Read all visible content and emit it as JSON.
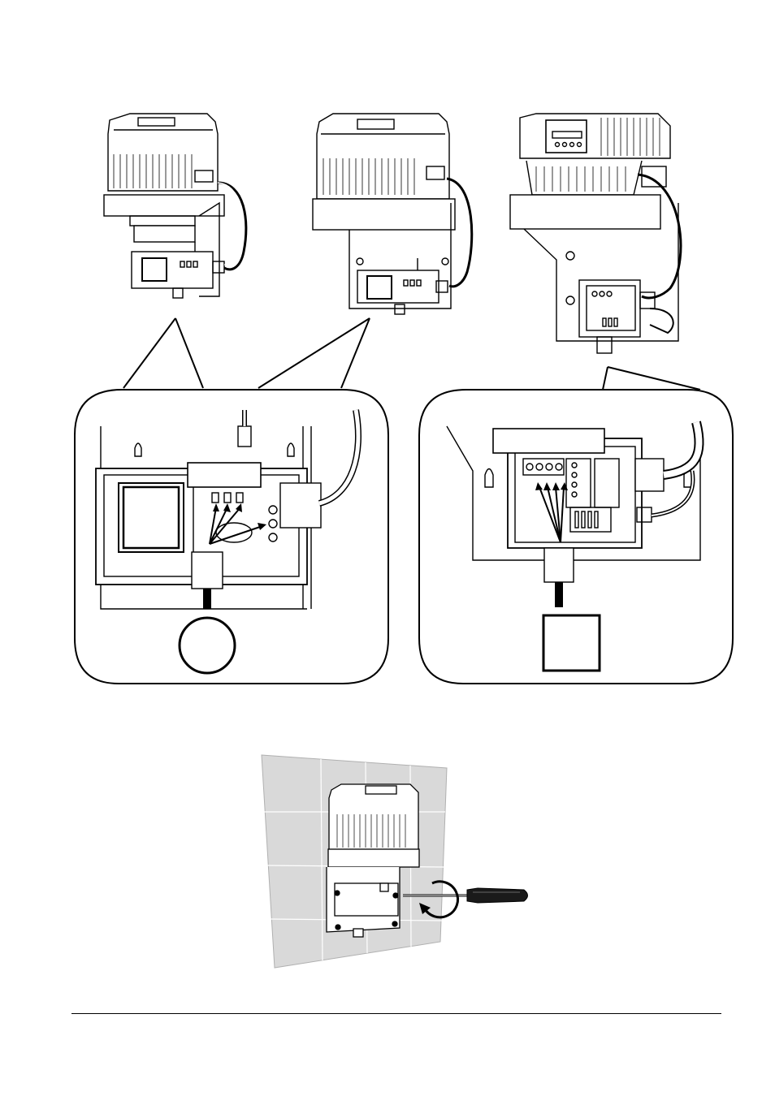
{
  "page": {
    "title": "",
    "figures": [
      {
        "id": "units-top"
      },
      {
        "id": "callout-left"
      },
      {
        "id": "callout-right"
      },
      {
        "id": "wall-mount"
      }
    ]
  },
  "colors": {
    "ink": "#000000",
    "paper": "#ffffff",
    "wall": "#d9d9d9",
    "wall_grid": "#ffffff"
  },
  "icons": [
    "circle-symbol-icon",
    "square-symbol-icon",
    "screwdriver-icon",
    "rotate-arrow-icon"
  ]
}
